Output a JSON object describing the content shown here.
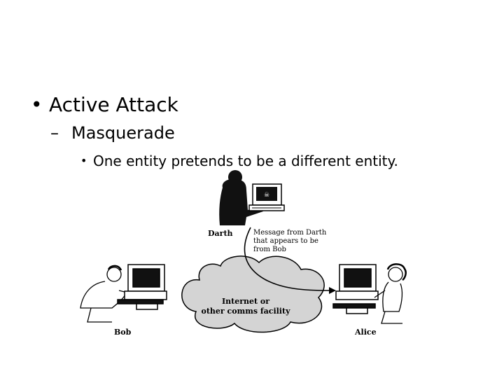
{
  "slide": {
    "bullets": {
      "level1": {
        "marker": "•",
        "text": "Active Attack"
      },
      "level2": {
        "marker": "–",
        "text": "Masquerade"
      },
      "level3": {
        "marker": "•",
        "text": "One entity pretends to be a different entity."
      }
    }
  },
  "diagram": {
    "darth_label": "Darth",
    "message_label_lines": [
      "Message from Darth",
      "that appears to be",
      "from Bob"
    ],
    "cloud_label_lines": [
      "Internet or",
      "other comms facility"
    ],
    "bob_label": "Bob",
    "alice_label": "Alice",
    "icons": [
      "darth-person-icon",
      "computer-icon",
      "bob-person-icon",
      "alice-person-icon",
      "cloud-icon",
      "arrow-icon"
    ],
    "colors": {
      "cloud_fill": "#d4d4d4",
      "silhouette": "#111111",
      "outline": "#000000"
    }
  }
}
